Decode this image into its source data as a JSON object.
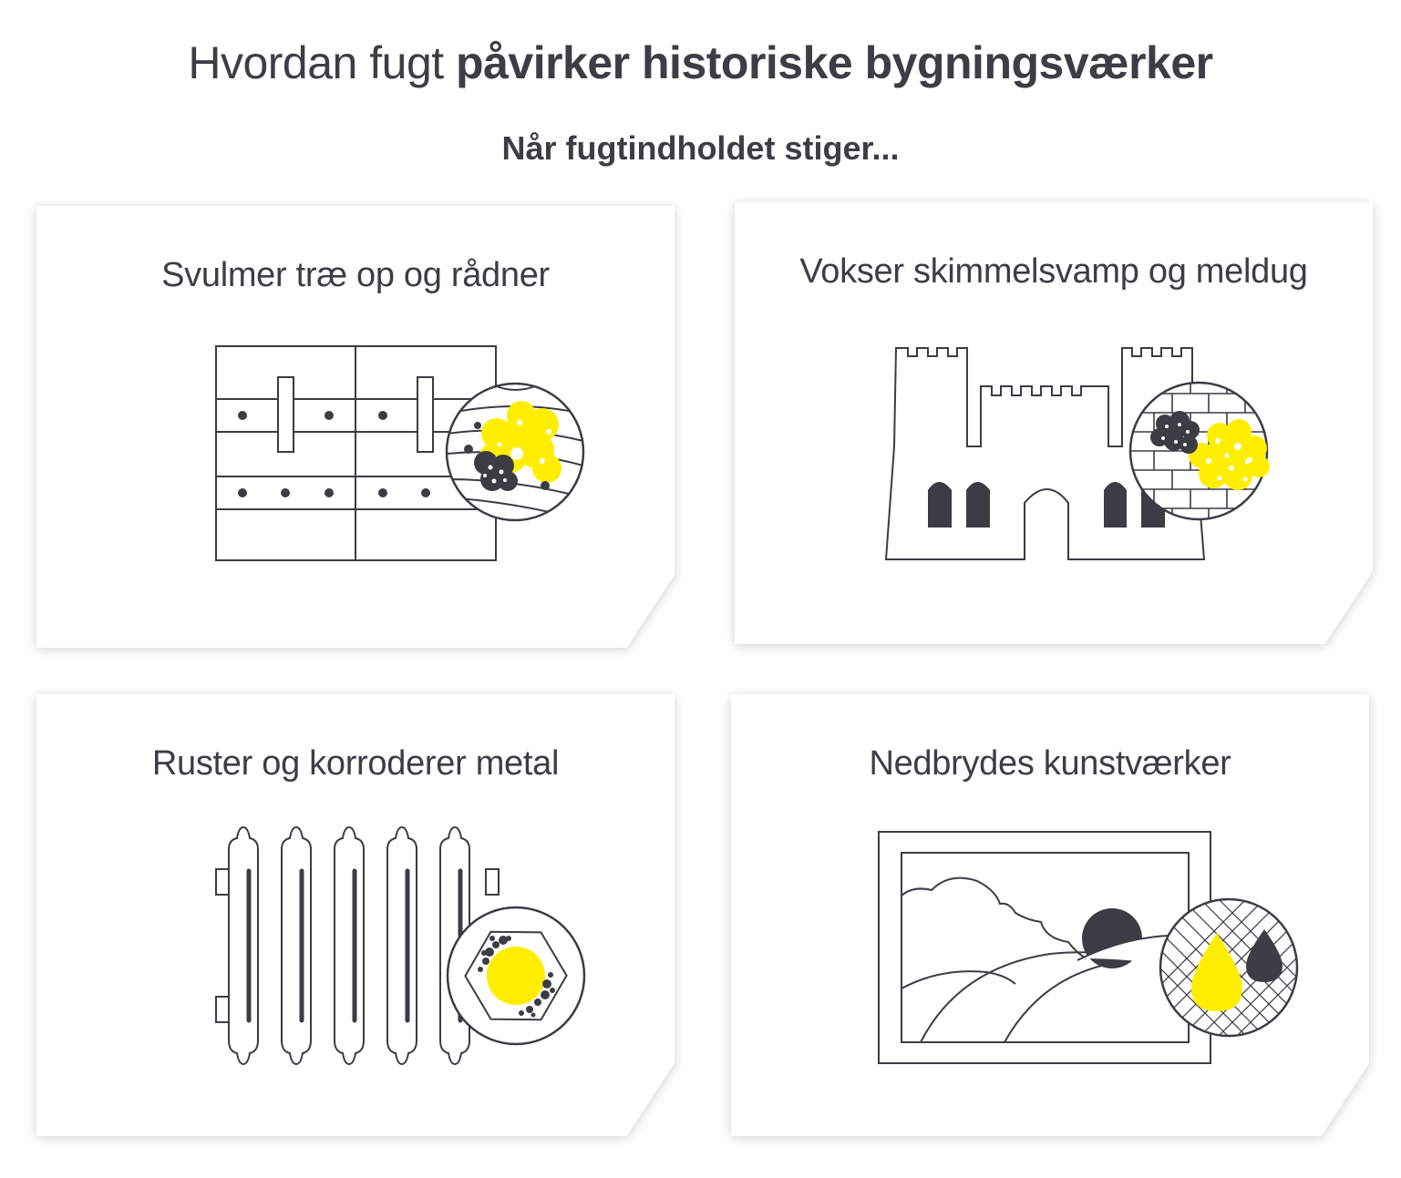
{
  "title": {
    "normal": "Hvordan fugt",
    "bold": "påvirker historiske bygningsværker"
  },
  "subtitle": "Når fugtindholdet stiger...",
  "colors": {
    "ink": "#3c3c44",
    "accent": "#ffee00",
    "card": "#ffffff"
  },
  "cards": [
    {
      "title": "Svulmer træ op og rådner",
      "icon": "wood-rot-icon"
    },
    {
      "title": "Vokser skimmelsvamp og meldug",
      "icon": "castle-mold-icon"
    },
    {
      "title": "Ruster og korroderer metal",
      "icon": "radiator-rust-icon"
    },
    {
      "title": "Nedbrydes kunstværker",
      "icon": "painting-damage-icon"
    }
  ]
}
